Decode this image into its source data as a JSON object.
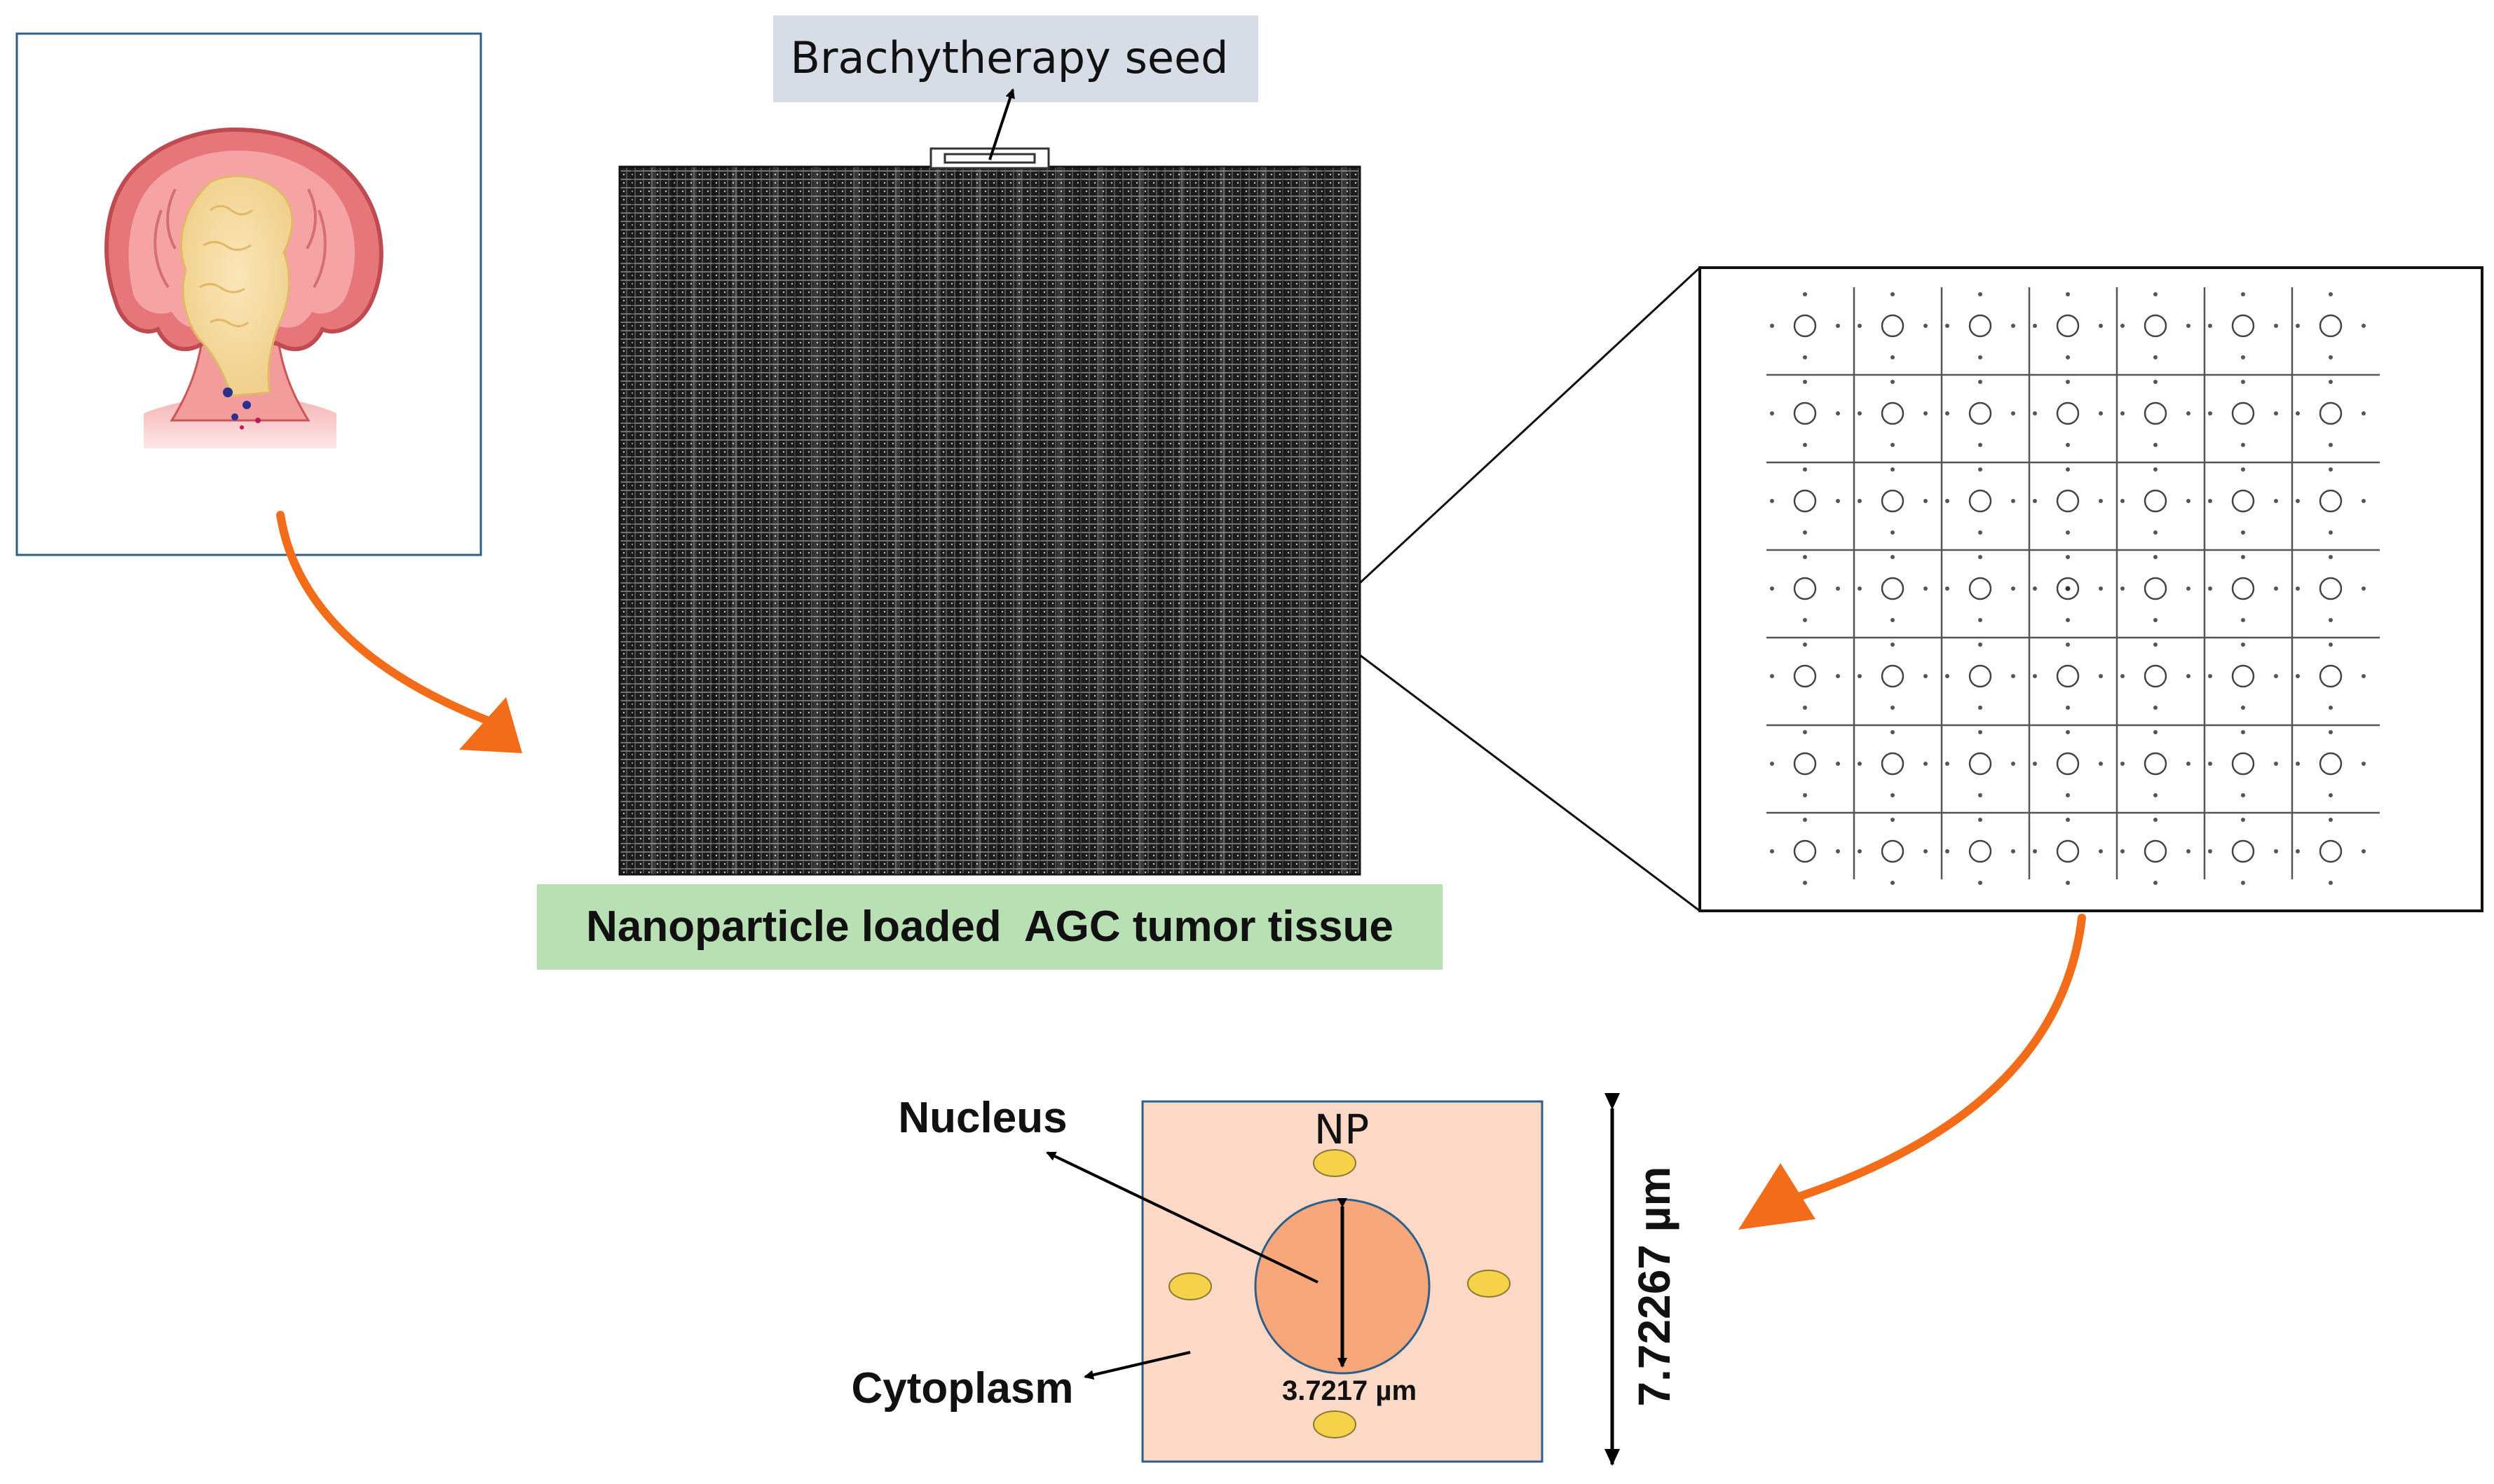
{
  "labels": {
    "seed": "Brachytherapy seed",
    "tissue": "Nanoparticle loaded  AGC tumor tissue",
    "nucleus": "Nucleus",
    "cytoplasm": "Cytoplasm",
    "np": "NP",
    "nucleus_diameter": "3.7217 µm",
    "cell_size": "7.72267 µm"
  },
  "colors": {
    "seed_label_bg": "#d6dde6",
    "tissue_label_bg": "#b9e0b4",
    "tissue_fill": "#1c1c1c",
    "arrow_orange": "#f26c1a",
    "cell_bg": "#fcd9c6",
    "nucleus_fill": "#f7a77a",
    "np_fill": "#f6d24a",
    "frame_blue": "#2c5f8a"
  },
  "lattice": {
    "rows": 7,
    "cols": 7
  },
  "icons": [
    "tumor-illustration",
    "brachytherapy-seed-icon",
    "flow-arrow-icon"
  ]
}
